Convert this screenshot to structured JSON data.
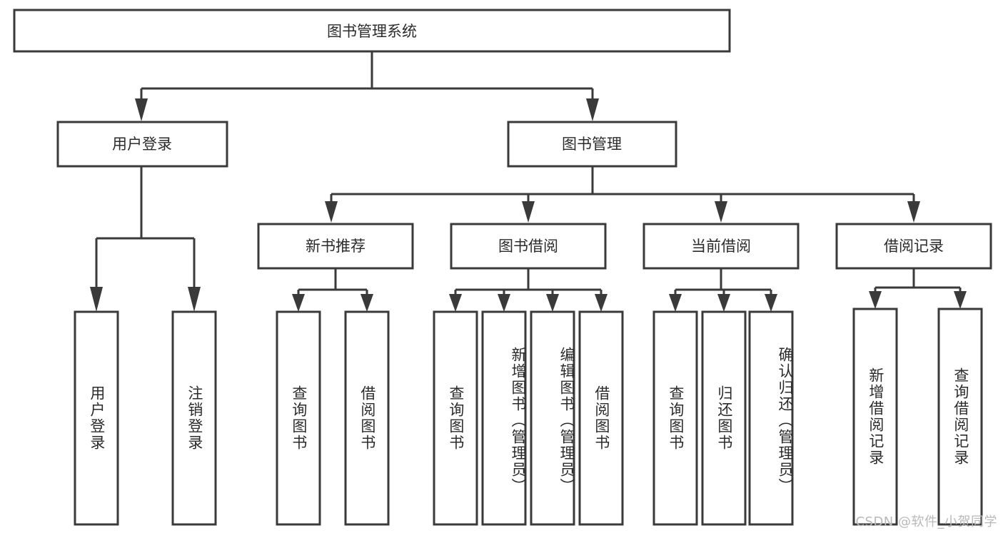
{
  "diagram": {
    "title": "图书管理系统",
    "type": "hierarchy-tree",
    "orientation": "top-down",
    "colors": {
      "box_stroke": "#3a3a3a",
      "box_fill": "#ffffff",
      "connector": "#3a3a3a",
      "text": "#2b2b2b",
      "background": "#ffffff",
      "watermark": "#b9b9b9"
    },
    "root": {
      "label": "图书管理系统"
    },
    "level2": [
      {
        "id": "user-login",
        "label": "用户登录"
      },
      {
        "id": "book-management",
        "label": "图书管理"
      }
    ],
    "level3": [
      {
        "id": "new-book-recommend",
        "label": "新书推荐",
        "parent": "book-management"
      },
      {
        "id": "book-borrow",
        "label": "图书借阅",
        "parent": "book-management"
      },
      {
        "id": "current-borrow",
        "label": "当前借阅",
        "parent": "book-management"
      },
      {
        "id": "borrow-record",
        "label": "借阅记录",
        "parent": "book-management"
      }
    ],
    "leaves": {
      "user-login": [
        {
          "id": "leaf-user-login",
          "label": "用户登录"
        },
        {
          "id": "leaf-logout",
          "label": "注销登录"
        }
      ],
      "new-book-recommend": [
        {
          "id": "leaf-query-book-1",
          "label": "查询图书"
        },
        {
          "id": "leaf-borrow-book-1",
          "label": "借阅图书"
        }
      ],
      "book-borrow": [
        {
          "id": "leaf-query-book-2",
          "label": "查询图书"
        },
        {
          "id": "leaf-add-book",
          "label": "新增图书（管理员）"
        },
        {
          "id": "leaf-edit-book",
          "label": "编辑图书（管理员）"
        },
        {
          "id": "leaf-borrow-book-2",
          "label": "借阅图书"
        }
      ],
      "current-borrow": [
        {
          "id": "leaf-query-book-3",
          "label": "查询图书"
        },
        {
          "id": "leaf-return-book",
          "label": "归还图书"
        },
        {
          "id": "leaf-confirm-return",
          "label": "确认归还（管理员）"
        }
      ],
      "borrow-record": [
        {
          "id": "leaf-add-record",
          "label": "新增借阅记录"
        },
        {
          "id": "leaf-query-record",
          "label": "查询借阅记录"
        }
      ]
    },
    "watermark": "CSDN @软件_小贺同学"
  }
}
